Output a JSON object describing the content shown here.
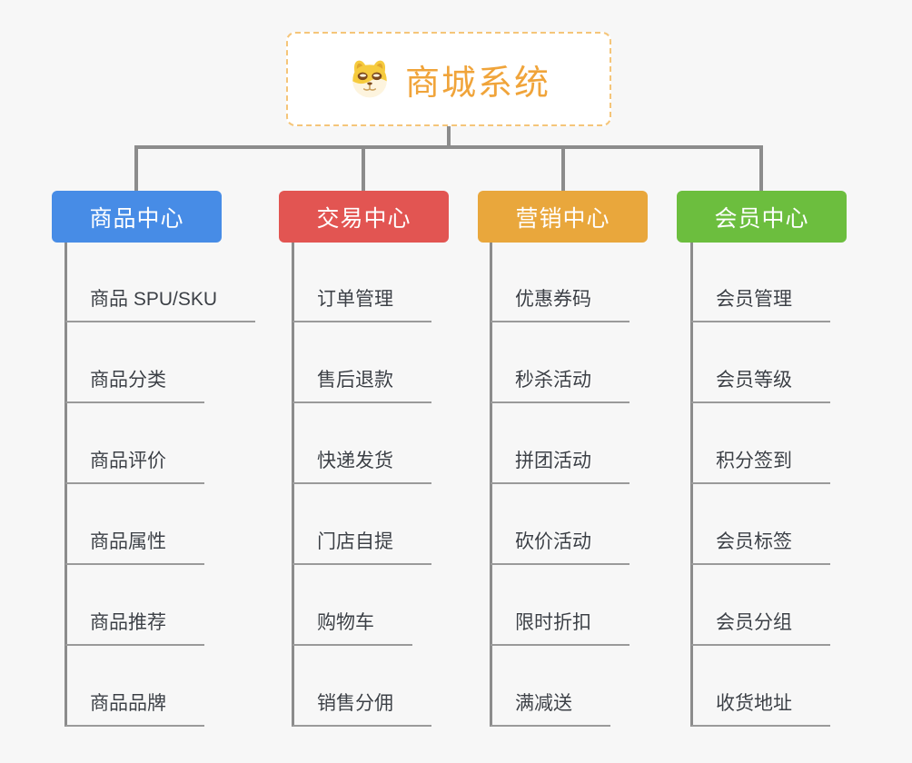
{
  "root": {
    "title": "商城系统",
    "icon": "dog-face-icon",
    "text_color": "#f0a43a",
    "border_color": "#f5c579",
    "background": "#ffffff"
  },
  "connector_color": "#8c8c8c",
  "leaf_underline_color": "#9a9a9a",
  "page_background": "#f7f7f7",
  "branches": [
    {
      "label": "商品中心",
      "color": "#478ce6",
      "items": [
        "商品 SPU/SKU",
        "商品分类",
        "商品评价",
        "商品属性",
        "商品推荐",
        "商品品牌"
      ]
    },
    {
      "label": "交易中心",
      "color": "#e25552",
      "items": [
        "订单管理",
        "售后退款",
        "快递发货",
        "门店自提",
        "购物车",
        "销售分佣"
      ]
    },
    {
      "label": "营销中心",
      "color": "#e9a73c",
      "items": [
        "优惠券码",
        "秒杀活动",
        "拼团活动",
        "砍价活动",
        "限时折扣",
        "满减送"
      ]
    },
    {
      "label": "会员中心",
      "color": "#6cbe3e",
      "items": [
        "会员管理",
        "会员等级",
        "积分签到",
        "会员标签",
        "会员分组",
        "收货地址"
      ]
    }
  ]
}
